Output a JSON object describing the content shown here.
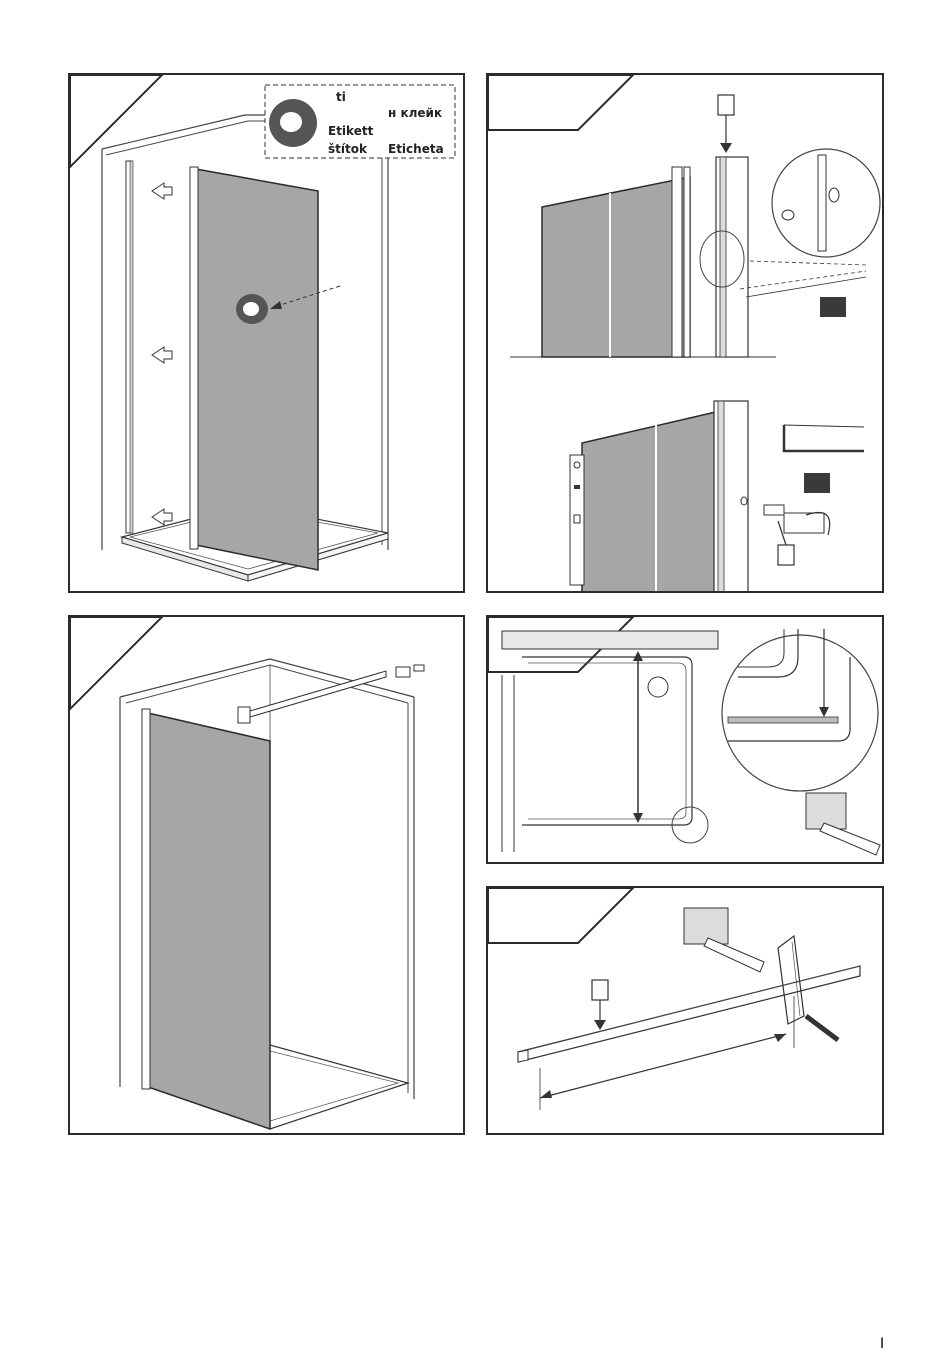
{
  "labels": {
    "line1": "ti",
    "line2": "н  клейк",
    "line3": "Etikett",
    "line4": "štítok",
    "line5": "Eticheta"
  },
  "footer": {
    "page_number": "I"
  },
  "colors": {
    "frame": "#2b2b2b",
    "glass": "#a6a6a6",
    "marker": "#3a3a3a"
  }
}
